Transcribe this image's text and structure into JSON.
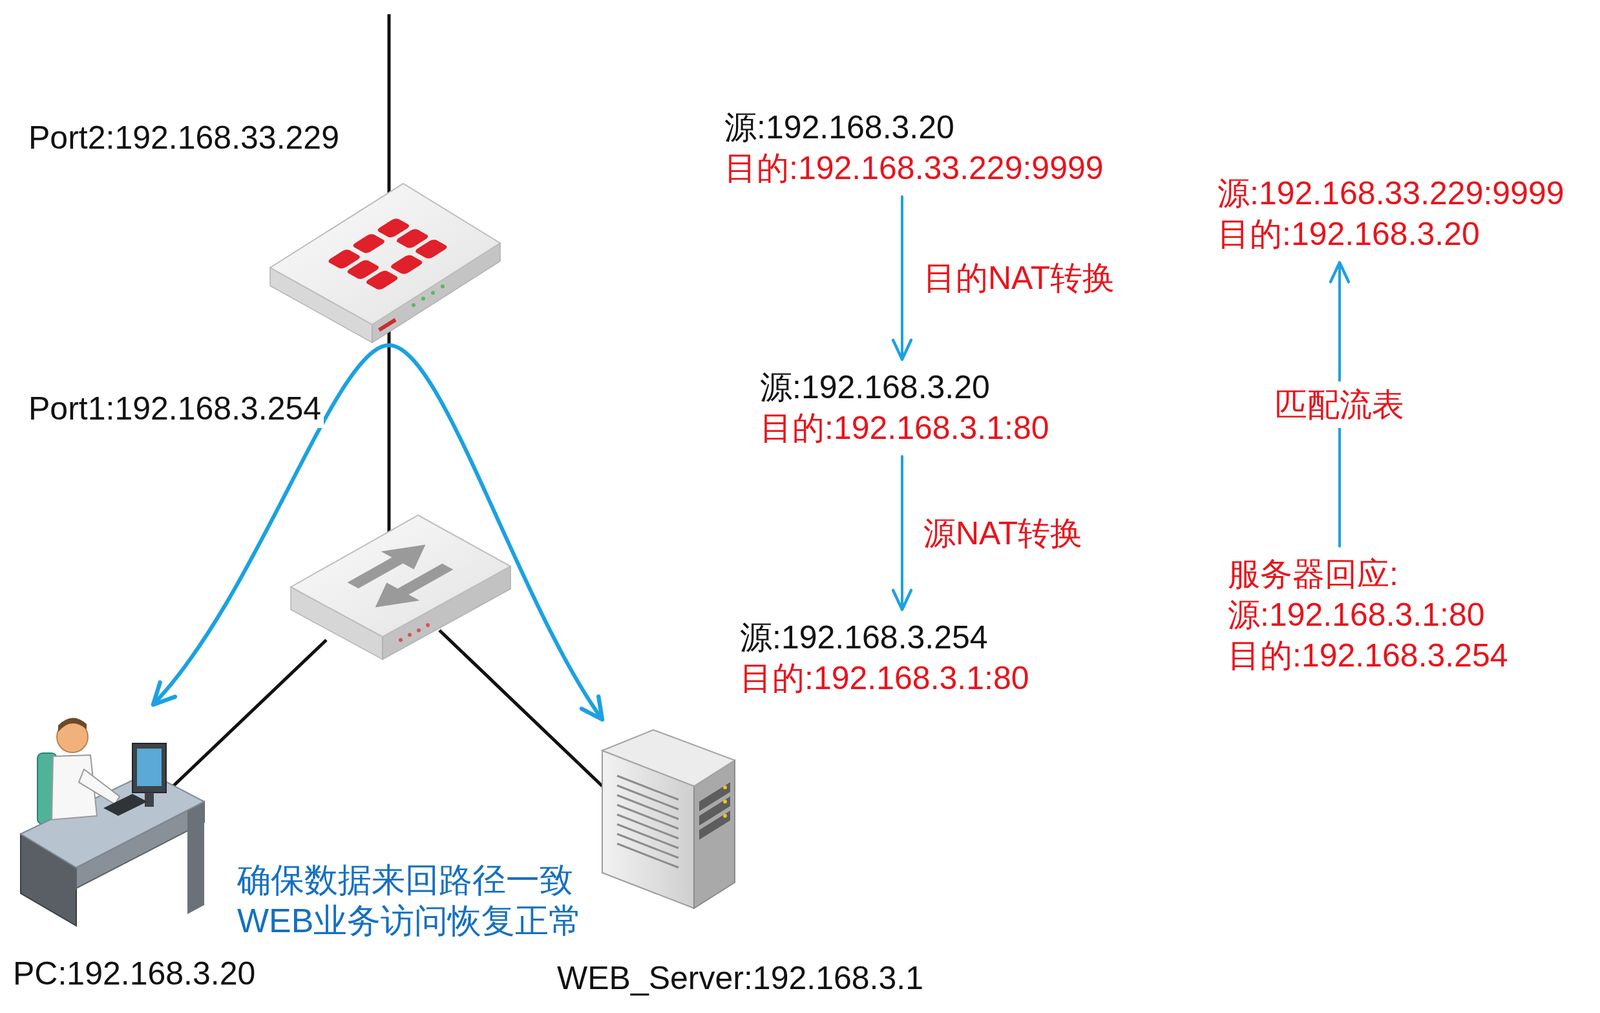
{
  "diagram": {
    "nodes": [
      {
        "text": [
          "源:192.168.3.20",
          "目的:192.168.33.229:9999"
        ]
      },
      {
        "text": [
          "源:192.168.33.229:9999",
          "目的:192.168.3.20"
        ]
      },
      {
        "text": [
          "源:192.168.3.20",
          "目的:192.168.3.1:80"
        ]
      },
      {
        "text": [
          "服务器回应:",
          "源:192.168.3.1:80",
          "目的:192.168.3.254"
        ]
      },
      {
        "text": [
          "源:192.168.3.254",
          "目的:192.168.3.1:80"
        ]
      },
      {
        "text": [
          "PC:192.168.3.20"
        ]
      },
      {
        "text": [
          "WEB_Server:192.168.3.1"
        ]
      }
    ],
    "edges": [
      {
        "from": 0,
        "to": 2,
        "arrow": "to",
        "label": "目的NAT转换"
      },
      {
        "from": 2,
        "to": 4,
        "arrow": "to",
        "label": "源NAT转换"
      },
      {
        "from": 3,
        "to": 1,
        "arrow": "to",
        "label": "匹配流表"
      },
      {
        "from": 5,
        "to": 6,
        "arrow": "both"
      }
    ],
    "labels": [
      "Port2:192.168.33.229",
      "Port1:192.168.3.254",
      "确保数据来回路径一致",
      "WEB业务访问恢复正常"
    ]
  }
}
